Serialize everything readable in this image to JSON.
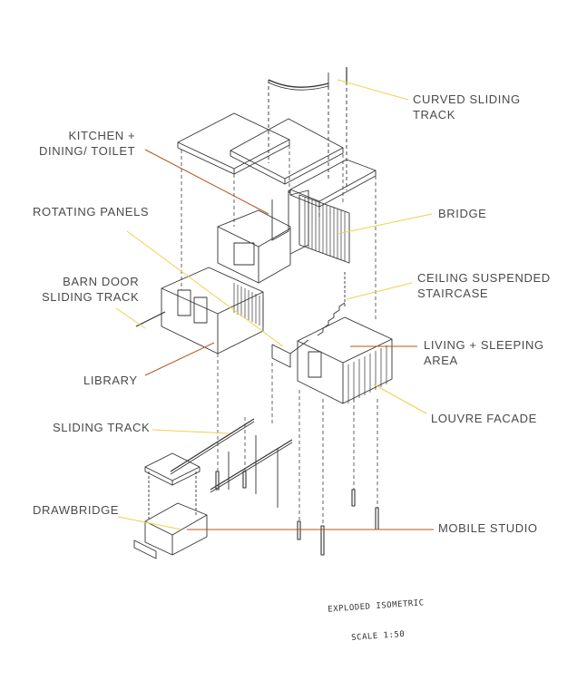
{
  "colors": {
    "ink": "#4a4a4a",
    "leader_yellow": "#f2cf4f",
    "leader_orange": "#b5571d"
  },
  "labels": {
    "curved_sliding_track": "CURVED SLIDING\nTRACK",
    "kitchen_dining_toilet": "KITCHEN +\nDINING/ TOILET",
    "bridge": "BRIDGE",
    "rotating_panels": "ROTATING PANELS",
    "ceiling_suspended_staircase": "CEILING SUSPENDED\nSTAIRCASE",
    "barn_door_sliding_track": "BARN DOOR\nSLIDING TRACK",
    "living_sleeping_area": "LIVING + SLEEPING\nAREA",
    "library": "LIBRARY",
    "louvre_facade": "LOUVRE FACADE",
    "sliding_track": "SLIDING TRACK",
    "drawbridge": "DRAWBRIDGE",
    "mobile_studio": "MOBILE STUDIO"
  },
  "caption": {
    "title": "EXPLODED ISOMETRIC",
    "scale": "SCALE 1:50"
  }
}
